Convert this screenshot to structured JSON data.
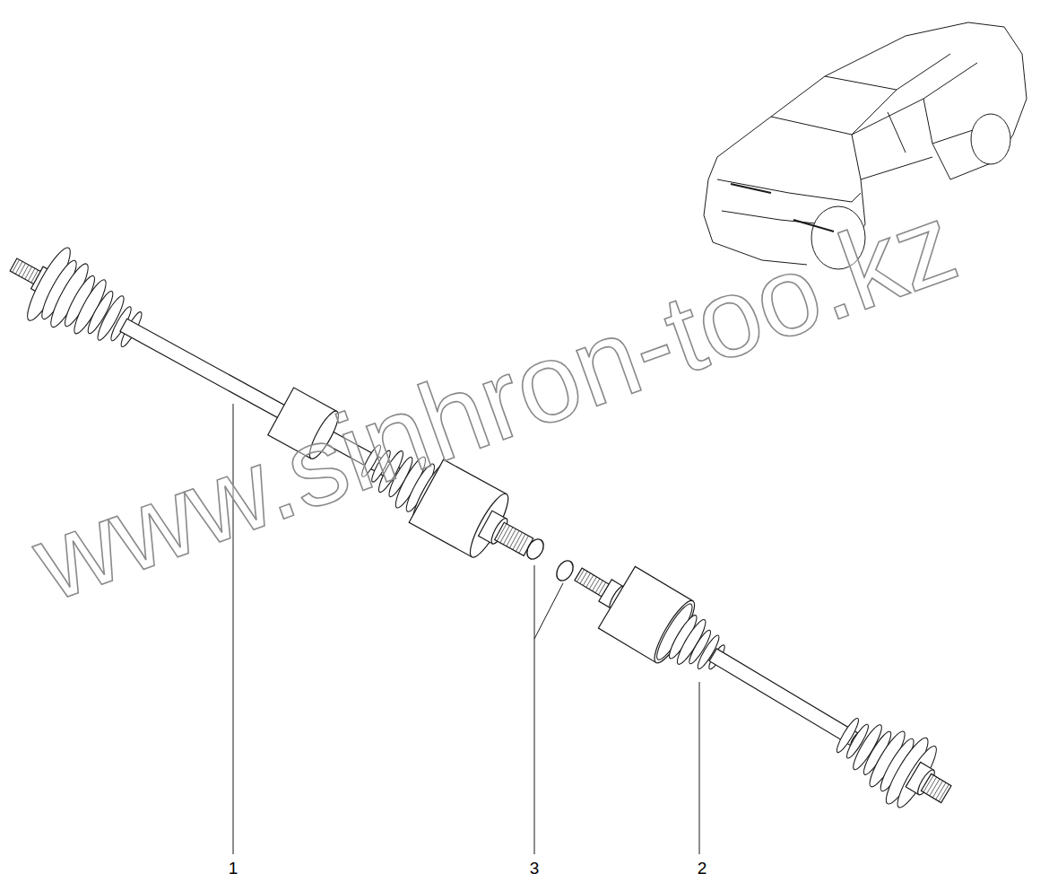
{
  "diagram": {
    "labels": [
      "1",
      "3",
      "2",
      "www.sinhron-too.kz"
    ]
  }
}
